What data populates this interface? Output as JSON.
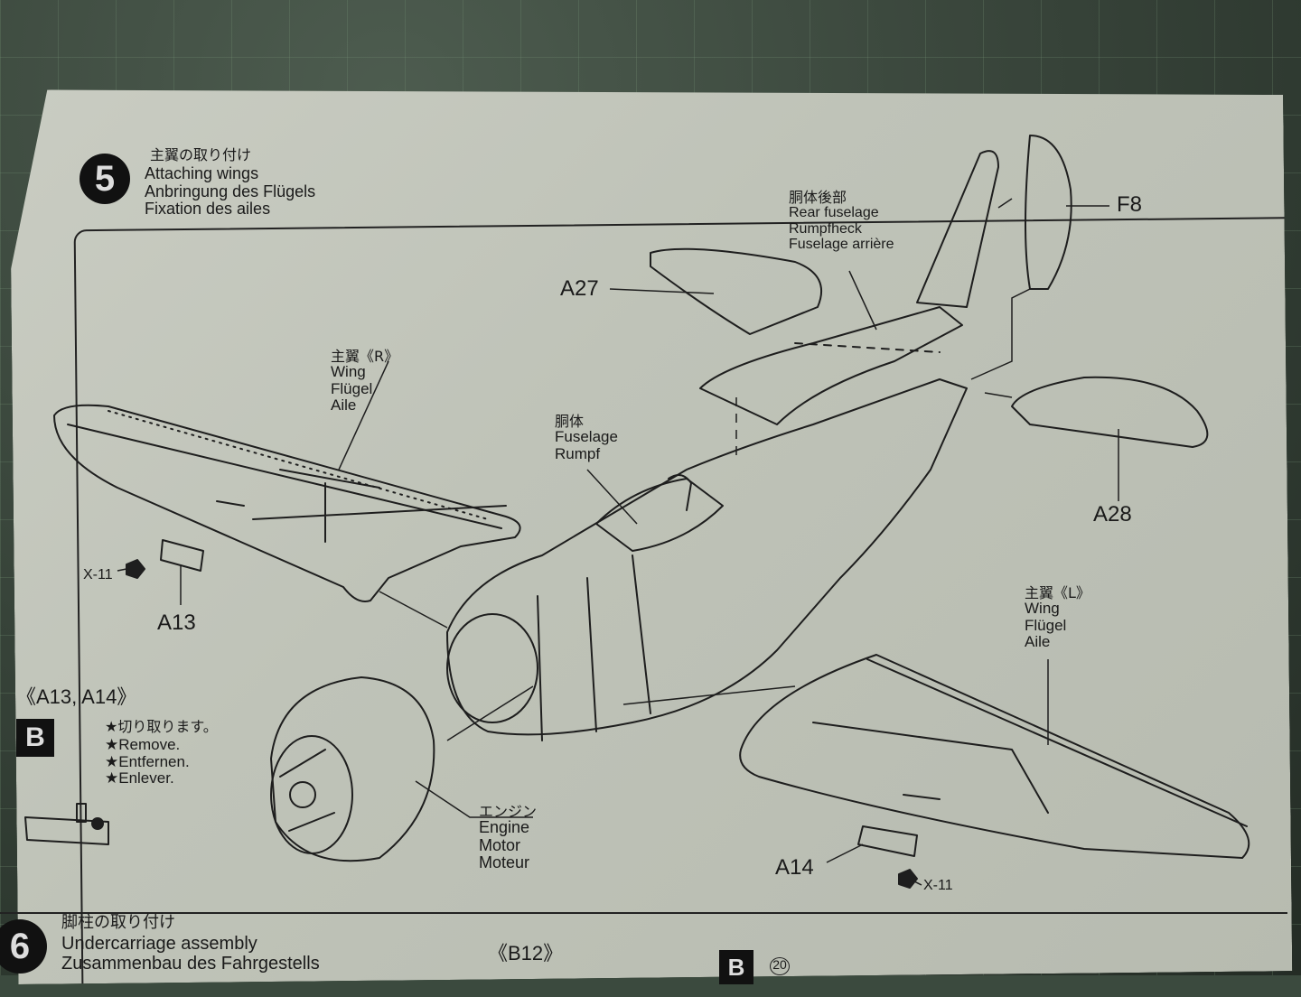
{
  "step5": {
    "number": "5",
    "title_ja": "主翼の取り付け",
    "title_en": "Attaching wings",
    "title_de": "Anbringung des Flügels",
    "title_fr": "Fixation des ailes"
  },
  "labels": {
    "rear_fuselage": {
      "ja": "胴体後部",
      "en": "Rear fuselage",
      "de": "Rumpfheck",
      "fr": "Fuselage arrière"
    },
    "wing_r": {
      "ja": "主翼《R》",
      "en": "Wing",
      "de": "Flügel",
      "fr": "Aile"
    },
    "fuselage": {
      "ja": "胴体",
      "en": "Fuselage",
      "de": "Rumpf"
    },
    "wing_l": {
      "ja": "主翼《L》",
      "en": "Wing",
      "de": "Flügel",
      "fr": "Aile"
    },
    "engine": {
      "ja": "エンジン",
      "en": "Engine",
      "de": "Motor",
      "fr": "Moteur"
    }
  },
  "parts": {
    "f8": "F8",
    "a27": "A27",
    "a28": "A28",
    "a13": "A13",
    "a14": "A14",
    "x11_left": "X-11",
    "x11_right": "X-11"
  },
  "subassembly": {
    "title": "《A13, A14》",
    "badge": "B",
    "instr_ja": "★切り取ります。",
    "instr_en": "★Remove.",
    "instr_de": "★Entfernen.",
    "instr_fr": "★Enlever."
  },
  "step6": {
    "number": "6",
    "title_ja": "脚柱の取り付け",
    "title_en": "Undercarriage assembly",
    "title_de": "Zusammenbau des Fahrgestells",
    "sub_title": "《B12》",
    "badge": "B",
    "badge_num": "20"
  }
}
